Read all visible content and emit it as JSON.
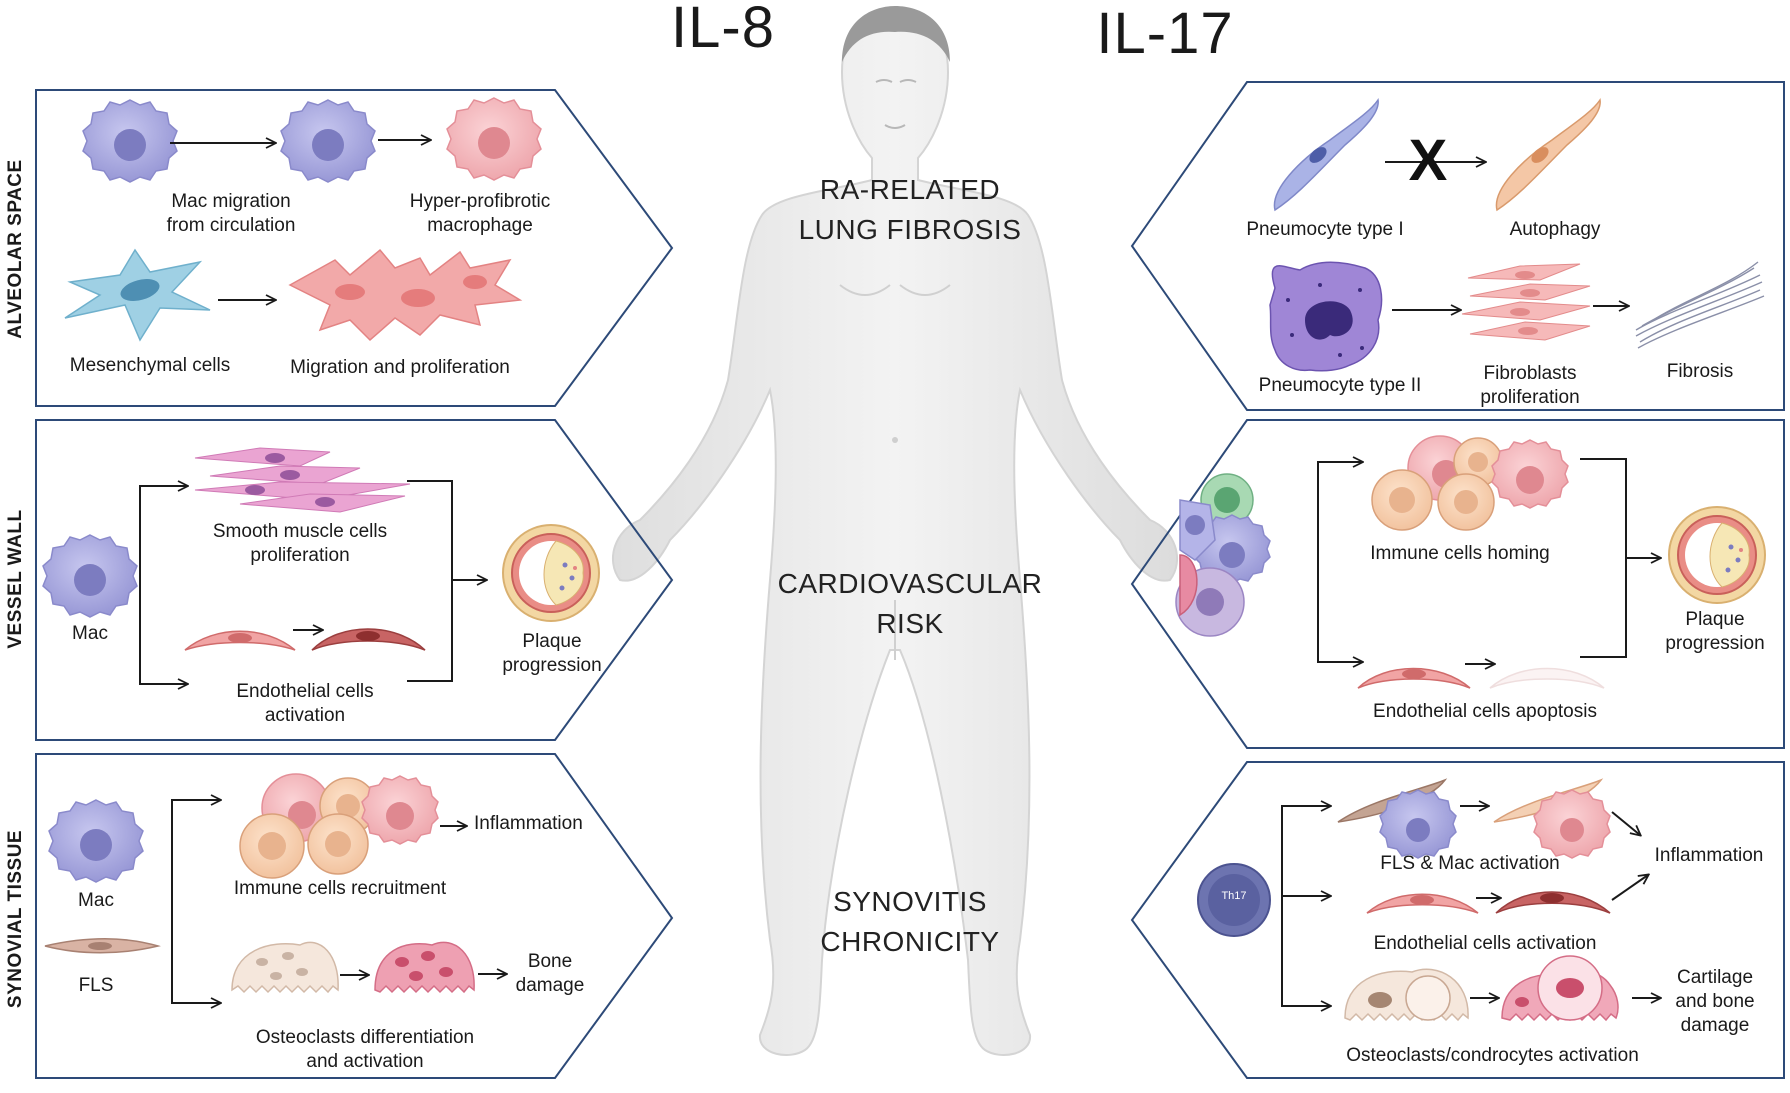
{
  "titles": {
    "left": "IL-8",
    "right": "IL-17"
  },
  "organs": {
    "lung": [
      "RA-RELATED",
      "LUNG FIBROSIS"
    ],
    "cardio": [
      "CARDIOVASCULAR",
      "RISK"
    ],
    "synov": [
      "SYNOVITIS",
      "CHRONICITY"
    ]
  },
  "sections": {
    "alveolar": "ALVEOLAR SPACE",
    "vessel": "VESSEL WALL",
    "synovial": "SYNOVIAL TISSUE"
  },
  "left_alveolar": {
    "mac_migration": [
      "Mac migration",
      "from circulation"
    ],
    "hyper": [
      "Hyper-profibrotic",
      "macrophage"
    ],
    "mesenchymal": "Mesenchymal cells",
    "migration": "Migration and proliferation"
  },
  "left_vessel": {
    "mac": "Mac",
    "smc": [
      "Smooth muscle cells",
      "proliferation"
    ],
    "endo": [
      "Endothelial cells",
      "activation"
    ],
    "plaque": [
      "Plaque",
      "progression"
    ]
  },
  "left_synovial": {
    "mac": "Mac",
    "fls": "FLS",
    "immune": "Immune cells recruitment",
    "inflammation": "Inflammation",
    "osteo": [
      "Osteoclasts differentiation",
      "and activation"
    ],
    "bone": [
      "Bone",
      "damage"
    ]
  },
  "right_alveolar": {
    "pneumo1": "Pneumocyte type I",
    "blocked_mark": "X",
    "autophagy": "Autophagy",
    "pneumo2": "Pneumocyte type II",
    "fibro": [
      "Fibroblasts",
      "proliferation"
    ],
    "fibrosis": "Fibrosis"
  },
  "right_vessel": {
    "homing": "Immune cells homing",
    "plaque": [
      "Plaque",
      "progression"
    ],
    "endo": "Endothelial cells apoptosis"
  },
  "right_synovial": {
    "th17": "Th17",
    "fls_mac": "FLS & Mac activation",
    "inflammation": "Inflammation",
    "endo": "Endothelial cells activation",
    "cartilage": [
      "Cartilage",
      "and bone",
      "damage"
    ],
    "osteo": "Osteoclasts/condrocytes activation"
  },
  "colors": {
    "panel_border": "#2d4a78",
    "macrophage": "#a6a6de",
    "macrophage_pink": "#f2b3b8",
    "mesenchymal": "#8cc6de",
    "endothelial": "#e58a8a",
    "smooth_muscle": "#e7a0cf",
    "body": "#ececec",
    "th17": "#6d74b0"
  }
}
